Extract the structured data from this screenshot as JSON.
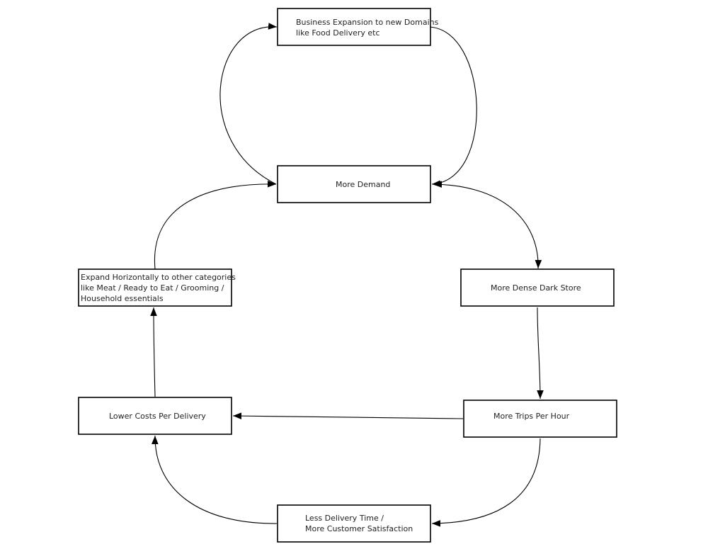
{
  "nodes": {
    "business_expansion": {
      "lines": [
        "Business Expansion to new Domains",
        "like Food Delivery etc"
      ]
    },
    "more_demand": {
      "lines": [
        "More Demand"
      ]
    },
    "expand_horizontally": {
      "lines": [
        "Expand Horizontally to other categories",
        "like Meat / Ready to Eat / Grooming /",
        "Household essentials"
      ]
    },
    "dense_dark_store": {
      "lines": [
        "More Dense Dark Store"
      ]
    },
    "lower_costs": {
      "lines": [
        "Lower Costs Per Delivery"
      ]
    },
    "trips_per_hour": {
      "lines": [
        "More Trips Per Hour"
      ]
    },
    "less_delivery_time": {
      "lines": [
        "Less Delivery Time /",
        "More Customer Satisfaction"
      ]
    }
  },
  "edges": [
    {
      "from": "more_demand",
      "to": "business_expansion"
    },
    {
      "from": "business_expansion",
      "to": "more_demand"
    },
    {
      "from": "more_demand",
      "to": "dense_dark_store",
      "bidirectional": true
    },
    {
      "from": "dense_dark_store",
      "to": "trips_per_hour"
    },
    {
      "from": "trips_per_hour",
      "to": "lower_costs"
    },
    {
      "from": "trips_per_hour",
      "to": "less_delivery_time"
    },
    {
      "from": "less_delivery_time",
      "to": "lower_costs"
    },
    {
      "from": "lower_costs",
      "to": "expand_horizontally"
    },
    {
      "from": "expand_horizontally",
      "to": "more_demand"
    }
  ]
}
